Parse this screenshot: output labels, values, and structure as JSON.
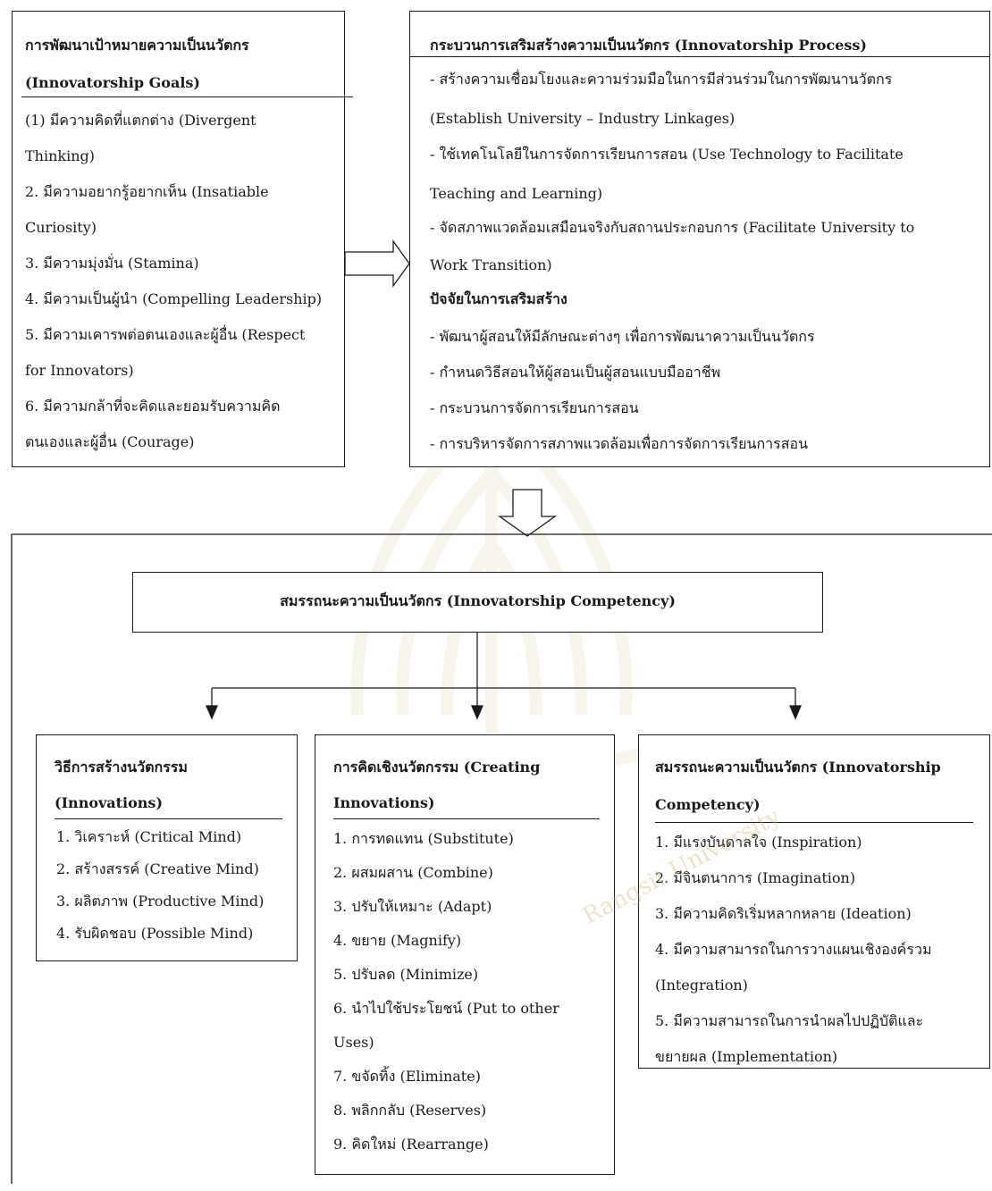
{
  "colors": {
    "ink": "#1a1a1a",
    "watermark": "#c8b36a"
  },
  "goals": {
    "title": "การพัฒนาเป้าหมายความเป็นนวัตกร",
    "subtitle": "(Innovatorship Goals)",
    "items": [
      {
        "a": "(1)            มีความคิดที่แตกต่าง (Divergent",
        "b": "Thinking)"
      },
      {
        "a": "2. มีความอยากรู้อยากเห็น  (Insatiable",
        "b": "Curiosity)"
      },
      {
        "a": "3. มีความมุ่งมั่น (Stamina)"
      },
      {
        "a": "4. มีความเป็นผู้นำ (Compelling Leadership)"
      },
      {
        "a": "5. มีความเคารพต่อตนเองและผู้อื่น (Respect",
        "b": "for Innovators)"
      },
      {
        "a": "6. มีความกล้าที่จะคิดและยอมรับความคิด",
        "b": "ตนเองและผู้อื่น (Courage)"
      }
    ]
  },
  "process": {
    "title": "กระบวนการเสริมสร้างความเป็นนวัตกร (Innovatorship Process)",
    "items": [
      {
        "a": "-  สร้างความเชื่อมโยงและความร่วมมือในการมีส่วนร่วมในการพัฒนานวัตกร",
        "b": "(Establish University – Industry Linkages)"
      },
      {
        "a": "-  ใช้เทคโนโลยีในการจัดการเรียนการสอน (Use Technology to Facilitate",
        "b": "Teaching and Learning)"
      },
      {
        "a": " - จัดสภาพแวดล้อมเสมือนจริงกับสถานประกอบการ (Facilitate University to",
        "b": "Work Transition)"
      }
    ],
    "factors_title": "ปัจจัยในการเสริมสร้าง",
    "factors": [
      "- พัฒนาผู้สอนให้มีลักษณะต่างๆ เพื่อการพัฒนาความเป็นนวัตกร",
      "- กำหนดวิธีสอนให้ผู้สอนเป็นผู้สอนแบบมืออาชีพ",
      "- กระบวนการจัดการเรียนการสอน",
      "- การบริหารจัดการสภาพแวดล้อมเพื่อการจัดการเรียนการสอน"
    ]
  },
  "competency_header": "สมรรถนะความเป็นนวัตกร (Innovatorship Competency)",
  "innovations": {
    "title": "วิธีการสร้างนวัตกรรม",
    "subtitle": "(Innovations)",
    "items": [
      "1. วิเคราะห์ (Critical Mind)",
      "2. สร้างสรรค์ (Creative Mind)",
      "3. ผลิตภาพ (Productive Mind)",
      "4. รับผิดชอบ (Possible Mind)"
    ]
  },
  "creating": {
    "title": "การคิดเชิงนวัตกรรม (Creating",
    "subtitle": "Innovations)",
    "items": [
      {
        "a": "1. การทดแทน (Substitute)"
      },
      {
        "a": "2. ผสมผสาน (Combine)"
      },
      {
        "a": "3. ปรับให้เหมาะ (Adapt)"
      },
      {
        "a": "4. ขยาย (Magnify)"
      },
      {
        "a": "5. ปรับลด (Minimize)"
      },
      {
        "a": "6. นำไปใช้ประโยชน์ (Put to other",
        "b": "Uses)"
      },
      {
        "a": "7. ขจัดทิ้ง (Eliminate)"
      },
      {
        "a": "8. พลิกกลับ (Reserves)"
      },
      {
        "a": "9. คิดใหม่ (Rearrange)"
      }
    ]
  },
  "competency": {
    "title": "สมรรถนะความเป็นนวัตกร (Innovatorship",
    "subtitle": "Competency)",
    "items": [
      {
        "a": "1. มีแรงบันดาลใจ (Inspiration)"
      },
      {
        "a": "2. มีจินตนาการ (Imagination)"
      },
      {
        "a": "3. มีความคิดริเริ่มหลากหลาย (Ideation)"
      },
      {
        "a": "4. มีความสามารถในการวางแผนเชิงองค์รวม",
        "b": "(Integration)"
      },
      {
        "a": "5. มีความสามารถในการนำผลไปปฏิบัติและ",
        "b": "ขยายผล (Implementation)"
      }
    ]
  },
  "watermark": {
    "text": "Rangsit University"
  }
}
